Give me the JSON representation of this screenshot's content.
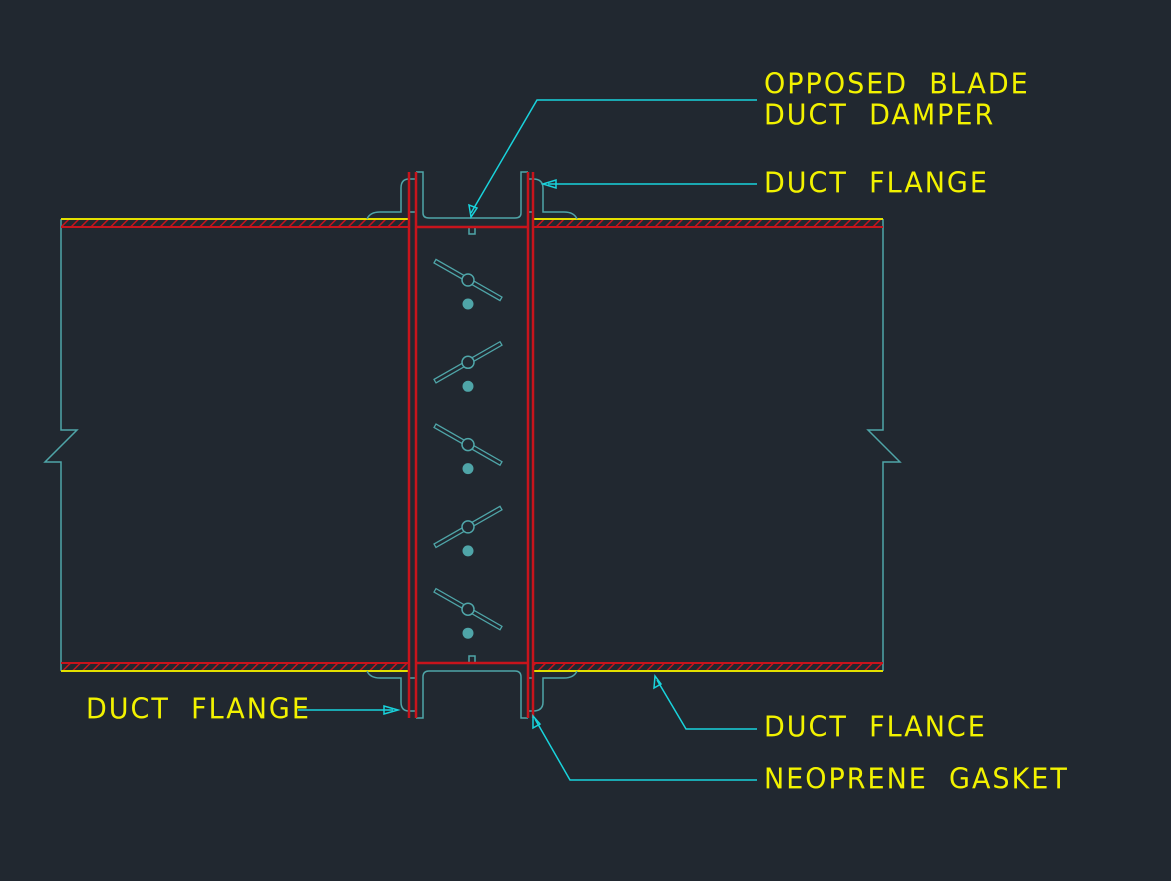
{
  "labels": {
    "damper_line1": "OPPOSED  BLADE",
    "damper_line2": "DUCT  DAMPER",
    "flange_top": "DUCT  FLANGE",
    "flange_bottom_left": "DUCT  FLANGE",
    "flance_bottom_right": "DUCT  FLANCE",
    "gasket": "NEOPRENE  GASKET"
  },
  "colors": {
    "background": "#212830",
    "text": "#f2f200",
    "leader": "#19d3dc",
    "outline": "#4fa5a8",
    "frame": "#c8141c",
    "insulation": "#e3e000"
  },
  "blade_count": 5
}
